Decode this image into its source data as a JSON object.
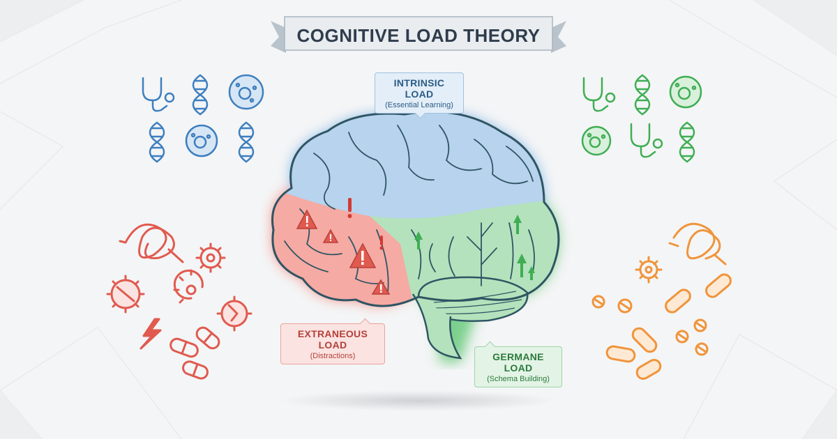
{
  "title": "COGNITIVE LOAD THEORY",
  "labels": {
    "intrinsic": {
      "title": "INTRINSIC LOAD",
      "subtitle": "(Essential Learning)"
    },
    "extraneous": {
      "title": "EXTRANEOUS LOAD",
      "subtitle": "(Distractions)"
    },
    "germane": {
      "title": "GERMANE LOAD",
      "subtitle": "(Schema Building)"
    }
  },
  "colors": {
    "intrinsic": "#3d7fc0",
    "extraneous": "#e05a4f",
    "germane": "#3fae54",
    "orange": "#f0943a",
    "title_text": "#2f3c4c"
  },
  "icons": {
    "top_left": [
      "stethoscope-icon",
      "dna-icon",
      "cell-icon",
      "dna-icon",
      "cell-icon",
      "dna-icon"
    ],
    "top_right": [
      "stethoscope-icon",
      "dna-icon",
      "cell-icon",
      "cell-icon",
      "stethoscope-icon",
      "dna-icon"
    ],
    "bottom_left": [
      "tangle-icon",
      "gear-icon",
      "broken-gear-icon",
      "broken-gear-icon",
      "broken-gear-icon",
      "lightning-icon",
      "pill-icon",
      "pill-icon",
      "pill-icon"
    ],
    "bottom_right": [
      "tangle-icon",
      "gear-icon",
      "pill-icon",
      "tablet-icon"
    ],
    "brain_markers": [
      "warning-icon",
      "exclamation-icon",
      "growth-arrow-icon"
    ]
  }
}
